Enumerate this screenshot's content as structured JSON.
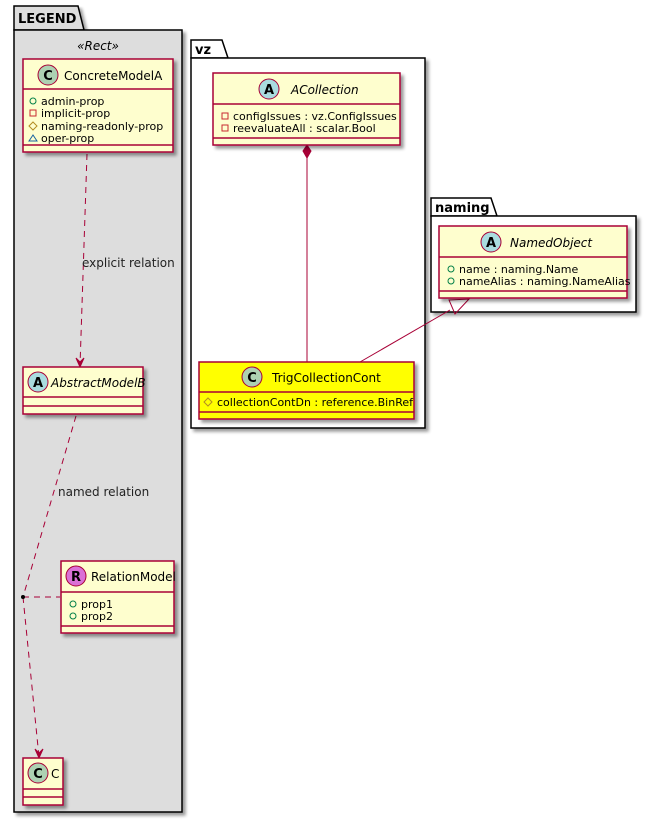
{
  "packages": {
    "legend": {
      "label": "LEGEND",
      "stereotype": "«Rect»"
    },
    "vz": {
      "label": "vz"
    },
    "naming": {
      "label": "naming"
    }
  },
  "classes": {
    "concrete_model_a": {
      "kind": "C",
      "name": "ConcreteModelA",
      "members": [
        {
          "visibility": "public",
          "text": "admin-prop"
        },
        {
          "visibility": "private",
          "text": "implicit-prop"
        },
        {
          "visibility": "protected",
          "text": "naming-readonly-prop"
        },
        {
          "visibility": "package",
          "text": "oper-prop"
        }
      ]
    },
    "abstract_model_b": {
      "kind": "A",
      "name": "AbstractModelB",
      "members": []
    },
    "relation_model": {
      "kind": "R",
      "name": "RelationModel",
      "members": [
        {
          "visibility": "public",
          "text": "prop1"
        },
        {
          "visibility": "public",
          "text": "prop2"
        }
      ]
    },
    "c": {
      "kind": "C",
      "name": "C",
      "members": []
    },
    "a_collection": {
      "kind": "A",
      "name": "ACollection",
      "members": [
        {
          "visibility": "private",
          "text": "configIssues : vz.ConfigIssues"
        },
        {
          "visibility": "private",
          "text": "reevaluateAll : scalar.Bool"
        }
      ]
    },
    "trig_collection_cont": {
      "kind": "C",
      "name": "TrigCollectionCont",
      "members": [
        {
          "visibility": "protected",
          "text": "collectionContDn : reference.BinRef"
        }
      ]
    },
    "named_object": {
      "kind": "A",
      "name": "NamedObject",
      "members": [
        {
          "visibility": "public",
          "text": "name : naming.Name"
        },
        {
          "visibility": "public",
          "text": "nameAlias : naming.NameAlias"
        }
      ]
    }
  },
  "relations": {
    "explicit": {
      "label": "explicit relation",
      "type": "dependency"
    },
    "named": {
      "label": "named relation",
      "type": "dependency"
    },
    "composition": {
      "type": "composition"
    },
    "inheritance": {
      "type": "generalization"
    }
  },
  "colors": {
    "class_fill": "#FEFECE",
    "highlight_fill": "#FFFF00",
    "border": "#A80036",
    "package_fill": "#DDDDDD",
    "circle_class": "#ADD1B2",
    "circle_abstract": "#A9DCDF",
    "circle_relation": "#DA70D6"
  }
}
